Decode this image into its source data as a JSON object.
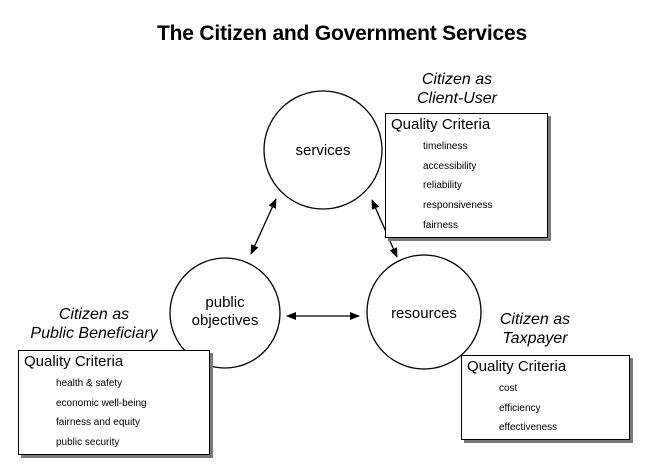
{
  "title": "The Citizen and Government Services",
  "nodes": {
    "services": "services",
    "public_objectives_line1": "public",
    "public_objectives_line2": "objectives",
    "resources": "resources"
  },
  "roles": {
    "client_user": {
      "line1": "Citizen as",
      "line2": "Client-User"
    },
    "public_beneficiary": {
      "line1": "Citizen as",
      "line2": "Public Beneficiary"
    },
    "taxpayer": {
      "line1": "Citizen as",
      "line2": "Taxpayer"
    }
  },
  "criteria": {
    "client_user": {
      "heading": "Quality Criteria",
      "items": [
        "timeliness",
        "accessibility",
        "reliability",
        "responsiveness",
        "fairness"
      ]
    },
    "public_beneficiary": {
      "heading": "Quality Criteria",
      "items": [
        "health & safety",
        "economic well-being",
        "fairness and equity",
        "public security"
      ]
    },
    "taxpayer": {
      "heading": "Quality Criteria",
      "items": [
        "cost",
        "efficiency",
        "effectiveness"
      ]
    }
  },
  "colors": {
    "line": "#000000",
    "shadow": "#7a7a7a"
  }
}
